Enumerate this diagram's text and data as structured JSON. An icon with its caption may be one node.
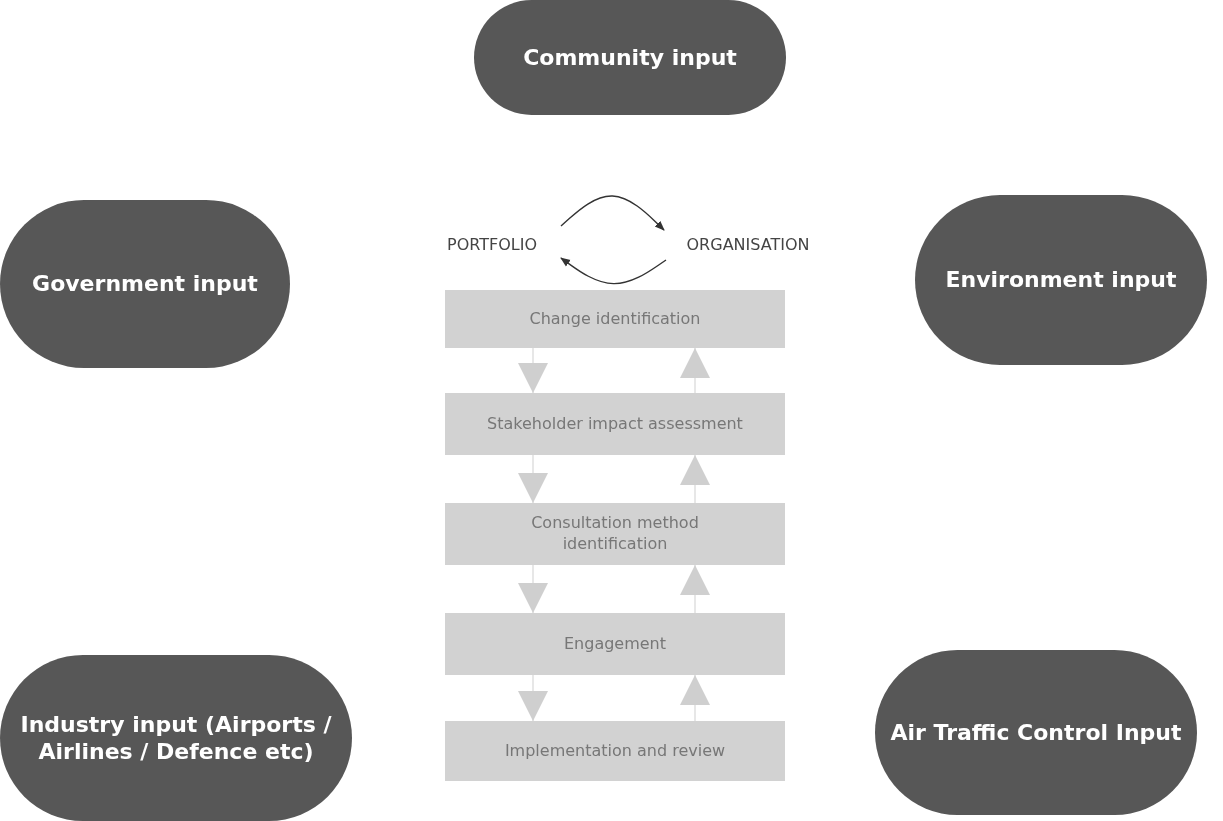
{
  "diagram": {
    "nodes": [
      {
        "text": [
          "Community input"
        ]
      },
      {
        "text": [
          "Government input"
        ]
      },
      {
        "text": [
          "PORTFOLIO"
        ]
      },
      {
        "text": [
          "ORGANISATION"
        ]
      },
      {
        "text": [
          "Environment input"
        ]
      },
      {
        "text": [
          "Change identification"
        ]
      },
      {
        "text": [
          "Stakeholder impact assessment"
        ]
      },
      {
        "text": [
          "Consultation method identification"
        ]
      },
      {
        "text": [
          "Engagement"
        ]
      },
      {
        "text": [
          "Implementation and review"
        ]
      },
      {
        "text": [
          "Industry input (Airports / Airlines / Defence etc)"
        ]
      },
      {
        "text": [
          "Air Traffic Control Input"
        ]
      }
    ],
    "edges": [
      {
        "from": 2,
        "to": 3,
        "arrow": "to",
        "color": "#333333"
      },
      {
        "from": 3,
        "to": 2,
        "arrow": "to",
        "color": "#333333"
      },
      {
        "from": 5,
        "to": 6,
        "arrow": "to"
      },
      {
        "from": 6,
        "to": 5,
        "arrow": "to"
      },
      {
        "from": 6,
        "to": 7,
        "arrow": "to"
      },
      {
        "from": 7,
        "to": 6,
        "arrow": "to"
      },
      {
        "from": 7,
        "to": 8,
        "arrow": "to"
      },
      {
        "from": 8,
        "to": 7,
        "arrow": "to"
      },
      {
        "from": 8,
        "to": 9,
        "arrow": "to"
      },
      {
        "from": 9,
        "to": 8,
        "arrow": "to"
      }
    ]
  }
}
